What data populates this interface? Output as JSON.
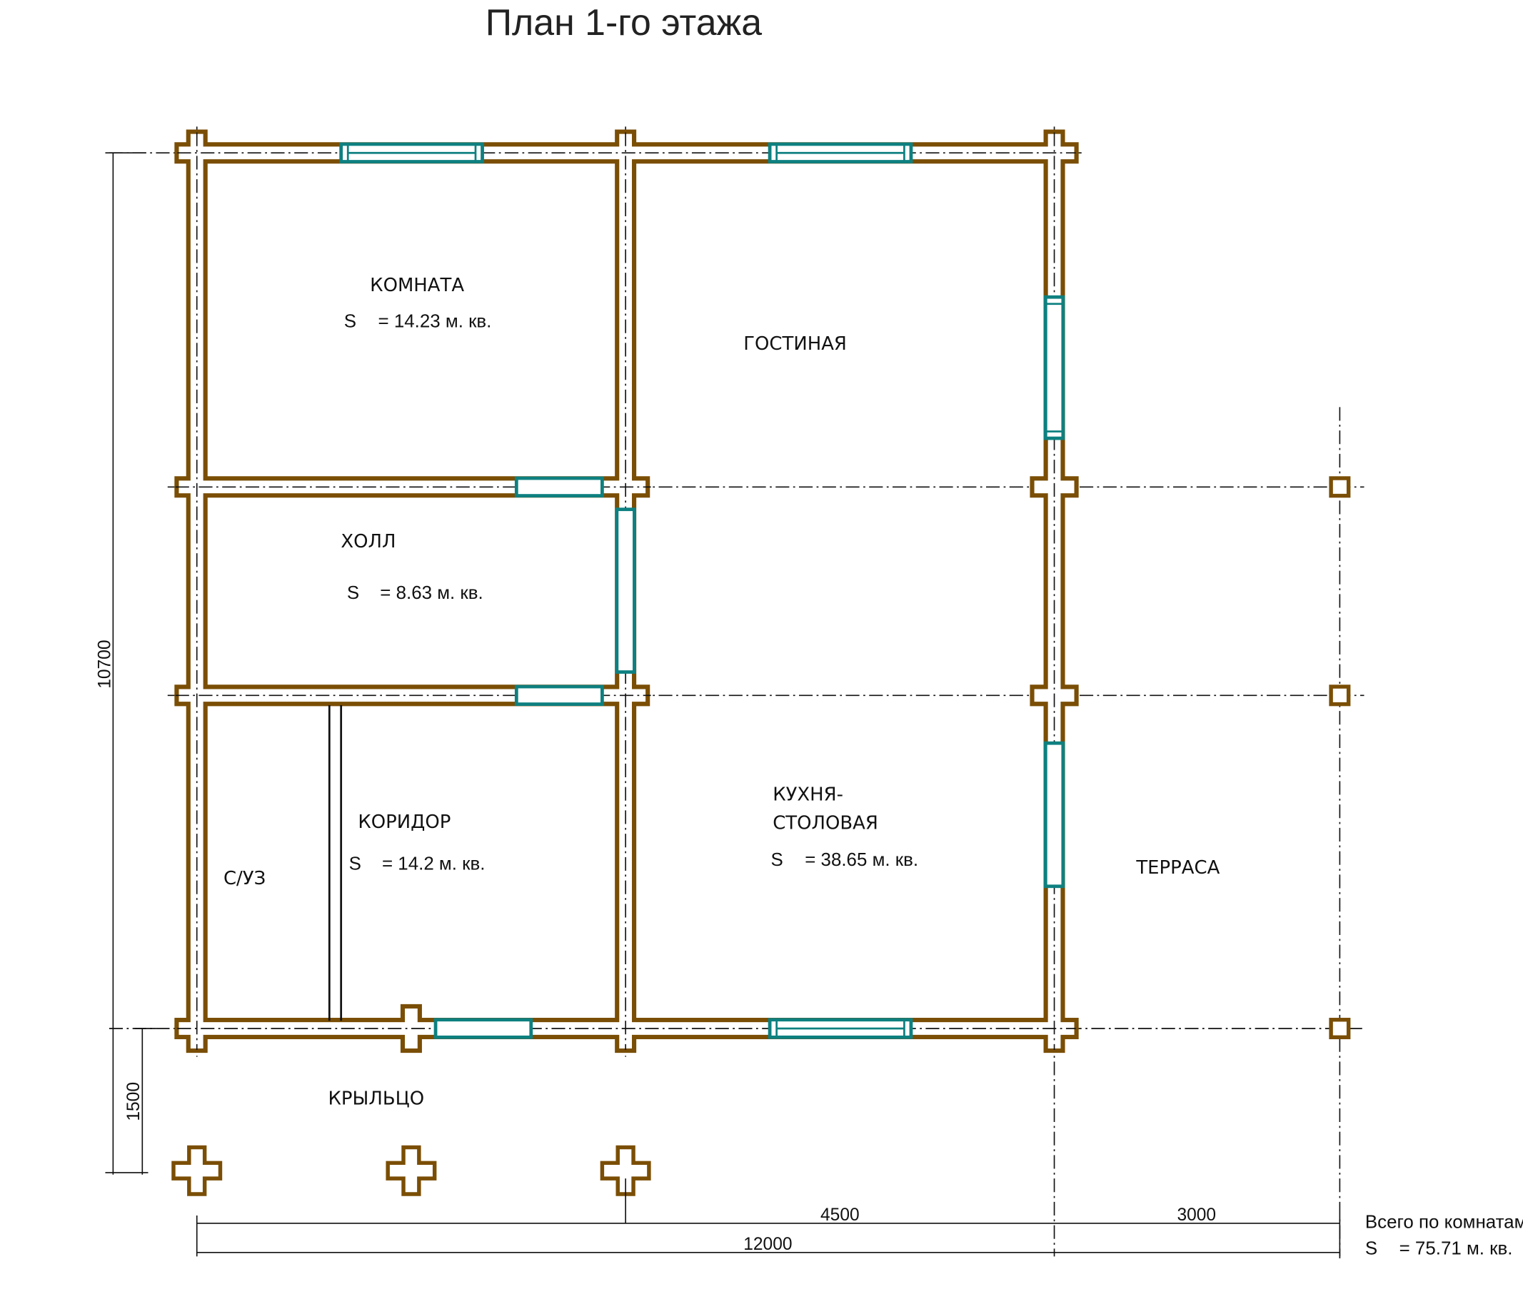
{
  "title": "План 1-го этажа",
  "rooms": [
    {
      "name": "КОМНАТА",
      "area_prefix": "S",
      "area": "= 14.23 м. кв."
    },
    {
      "name": "ГОСТИНАЯ"
    },
    {
      "name": "ХОЛЛ",
      "area_prefix": "S",
      "area": "= 8.63 м. кв."
    },
    {
      "name": "КОРИДОР",
      "area_prefix": "S",
      "area": "= 14.2 м. кв."
    },
    {
      "name": "С/УЗ"
    },
    {
      "name_line1": "КУХНЯ-",
      "name_line2": "СТОЛОВАЯ",
      "area_prefix": "S",
      "area": "= 38.65 м. кв."
    },
    {
      "name": "ТЕРРАСА"
    },
    {
      "name": "КРЫЛЬЦО"
    }
  ],
  "dimensions": {
    "height_total": "10700",
    "porch": "1500",
    "span_1": "4500",
    "span_2": "3000",
    "width_total": "12000"
  },
  "total": {
    "label": "Всего по комнатам:",
    "prefix": "S",
    "value": "= 75.71 м. кв."
  },
  "colors": {
    "wall": "#7a4e05",
    "window": "#0e8080"
  }
}
